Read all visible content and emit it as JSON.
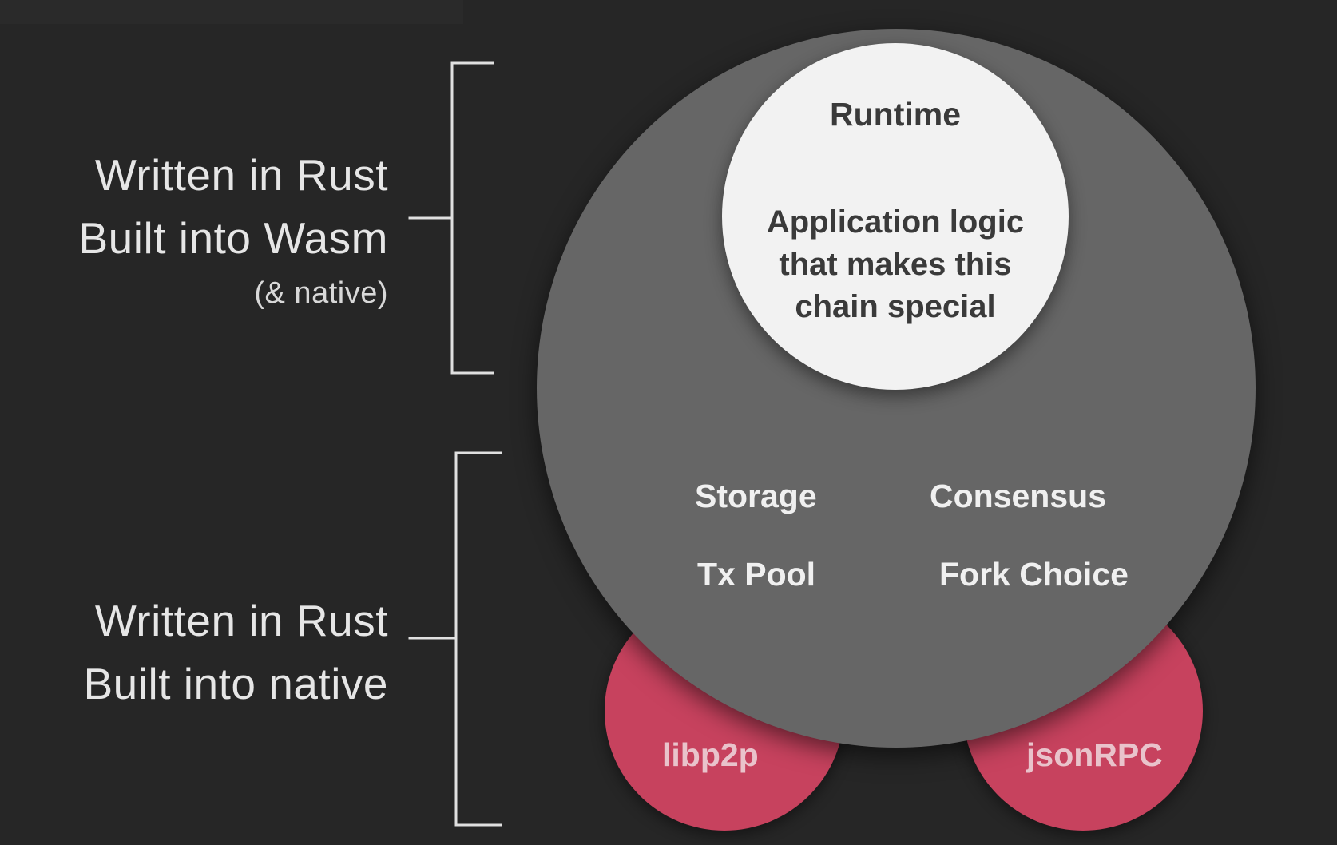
{
  "annotations": {
    "top": {
      "line1": "Written in Rust",
      "line2": "Built into Wasm",
      "note": "(& native)"
    },
    "bottom": {
      "line1": "Written in Rust",
      "line2": "Built into native"
    }
  },
  "runtime": {
    "title": "Runtime",
    "description": "Application logic\nthat makes this\nchain special"
  },
  "core": {
    "items": [
      "Storage",
      "Consensus",
      "Tx Pool",
      "Fork Choice"
    ]
  },
  "network": {
    "left": "libp2p",
    "right": "jsonRPC"
  },
  "colors": {
    "background": "#262626",
    "core_circle": "#666666",
    "runtime_circle": "#f2f2f2",
    "network_circle": "#c7425e",
    "bracket": "#e0e0e0"
  }
}
